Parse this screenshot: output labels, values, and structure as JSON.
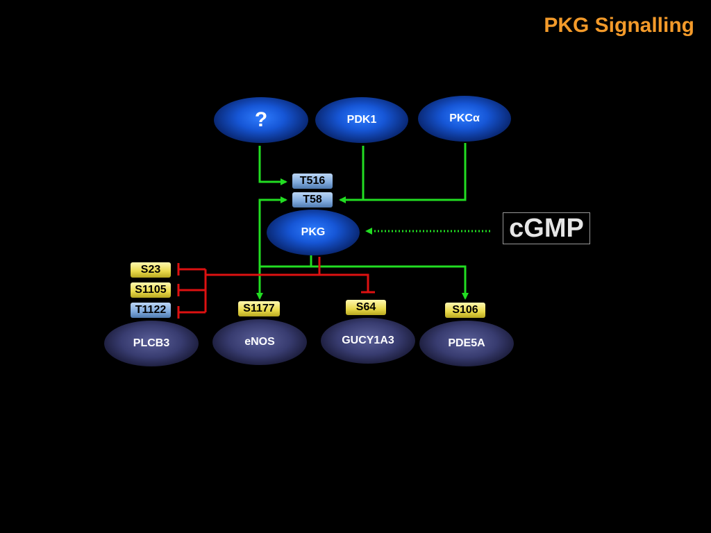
{
  "title": "PKG Signalling",
  "colors": {
    "title": "#f39a2a",
    "activation": "#22dd22",
    "inhibition": "#dd1111",
    "upstream_node": "#1656d6",
    "target_node": "#383c70"
  },
  "upstream": {
    "unknown": "?",
    "pdk1": "PDK1",
    "pkca": "PKCα"
  },
  "center": "PKG",
  "cgmp": "cGMP",
  "pkg_sites": {
    "t516": "T516",
    "t58": "T58"
  },
  "targets": {
    "plcb3": {
      "name": "PLCB3",
      "sites": [
        "S23",
        "S1105",
        "T1122"
      ]
    },
    "enos": {
      "name": "eNOS",
      "site": "S1177"
    },
    "gucy1a3": {
      "name": "GUCY1A3",
      "site": "S64"
    },
    "pde5a": {
      "name": "PDE5A",
      "site": "S106"
    }
  }
}
